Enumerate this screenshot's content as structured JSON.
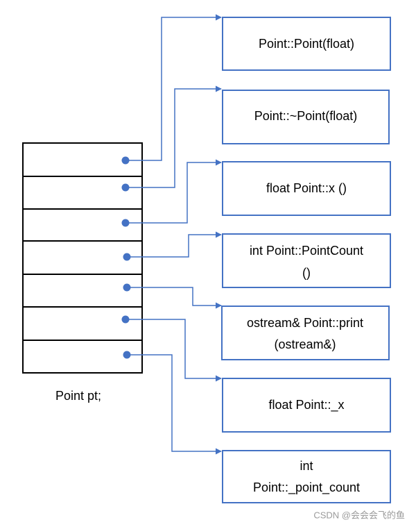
{
  "object": {
    "caption": "Point pt;",
    "slot_count": 7
  },
  "members": [
    {
      "lines": [
        "Point::Point(float)"
      ]
    },
    {
      "lines": [
        "Point::~Point(float)"
      ]
    },
    {
      "lines": [
        "float Point::x ()"
      ]
    },
    {
      "lines": [
        "int Point::PointCount",
        "()"
      ]
    },
    {
      "lines": [
        "ostream& Point::print",
        "(ostream&)"
      ]
    },
    {
      "lines": [
        "float Point::_x"
      ]
    },
    {
      "lines": [
        "int",
        "Point::_point_count"
      ]
    }
  ],
  "watermark": "CSDN @会会会飞的鱼",
  "colors": {
    "connector": "#4472c4",
    "member_border": "#4472c4",
    "object_border": "#000000"
  }
}
